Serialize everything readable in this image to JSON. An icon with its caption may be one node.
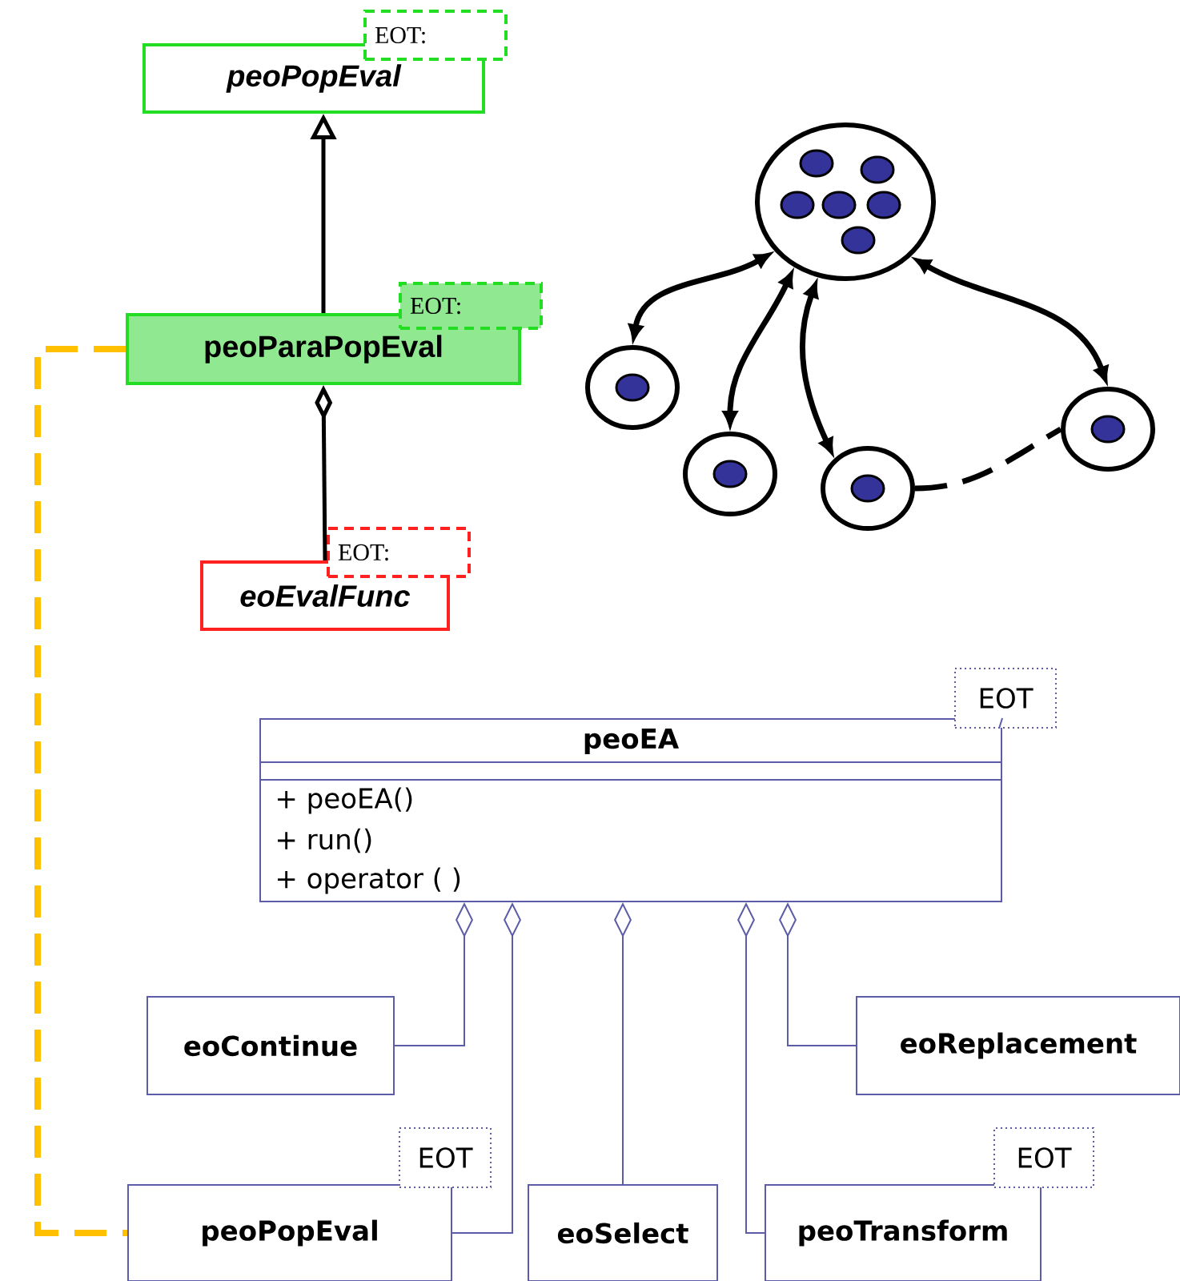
{
  "diagram": {
    "nodes": [
      {
        "text": [
          "peoPopEval"
        ]
      },
      {
        "text": [
          "EOT:"
        ]
      },
      {
        "text": [
          "peoParaPopEval"
        ]
      },
      {
        "text": [
          "EOT:"
        ]
      },
      {
        "text": [
          "eoEvalFunc"
        ]
      },
      {
        "text": [
          "EOT:"
        ]
      },
      {
        "text": [],
        "shape": "circle"
      },
      {
        "text": [],
        "shape": "circle"
      },
      {
        "text": [],
        "shape": "circle"
      },
      {
        "text": [],
        "shape": "circle"
      },
      {
        "text": [],
        "shape": "circle"
      },
      {
        "text": [
          "peoEA",
          "+ peoEA()",
          "+ run()",
          "+ operator ( )"
        ]
      },
      {
        "text": [
          "EOT"
        ]
      },
      {
        "text": [
          "eoContinue"
        ]
      },
      {
        "text": [
          "eoReplacement"
        ]
      },
      {
        "text": [
          "peoPopEval"
        ]
      },
      {
        "text": [
          "EOT"
        ]
      },
      {
        "text": [
          "eoSelect"
        ]
      },
      {
        "text": [
          "peoTransform"
        ]
      },
      {
        "text": [
          "EOT"
        ]
      }
    ],
    "edges": [
      {
        "from": 2,
        "to": 0,
        "arrow": "to"
      },
      {
        "from": 2,
        "to": 4,
        "arrow": "other"
      },
      {
        "from": 6,
        "to": 7,
        "arrow": "both"
      },
      {
        "from": 6,
        "to": 8,
        "arrow": "both"
      },
      {
        "from": 6,
        "to": 9,
        "arrow": "both"
      },
      {
        "from": 6,
        "to": 10,
        "arrow": "both"
      },
      {
        "from": 9,
        "to": 10,
        "arrow": "none",
        "style": "dashed"
      },
      {
        "from": 2,
        "to": 15,
        "arrow": "none",
        "style": "dashed",
        "color": "#ffc000"
      },
      {
        "from": 11,
        "to": 13,
        "arrow": "other",
        "color": "#5c5ca8"
      },
      {
        "from": 11,
        "to": 15,
        "arrow": "other",
        "color": "#5c5ca8"
      },
      {
        "from": 11,
        "to": 17,
        "arrow": "other",
        "color": "#5c5ca8"
      },
      {
        "from": 11,
        "to": 18,
        "arrow": "other",
        "color": "#5c5ca8"
      },
      {
        "from": 11,
        "to": 14,
        "arrow": "other",
        "color": "#5c5ca8"
      }
    ]
  }
}
